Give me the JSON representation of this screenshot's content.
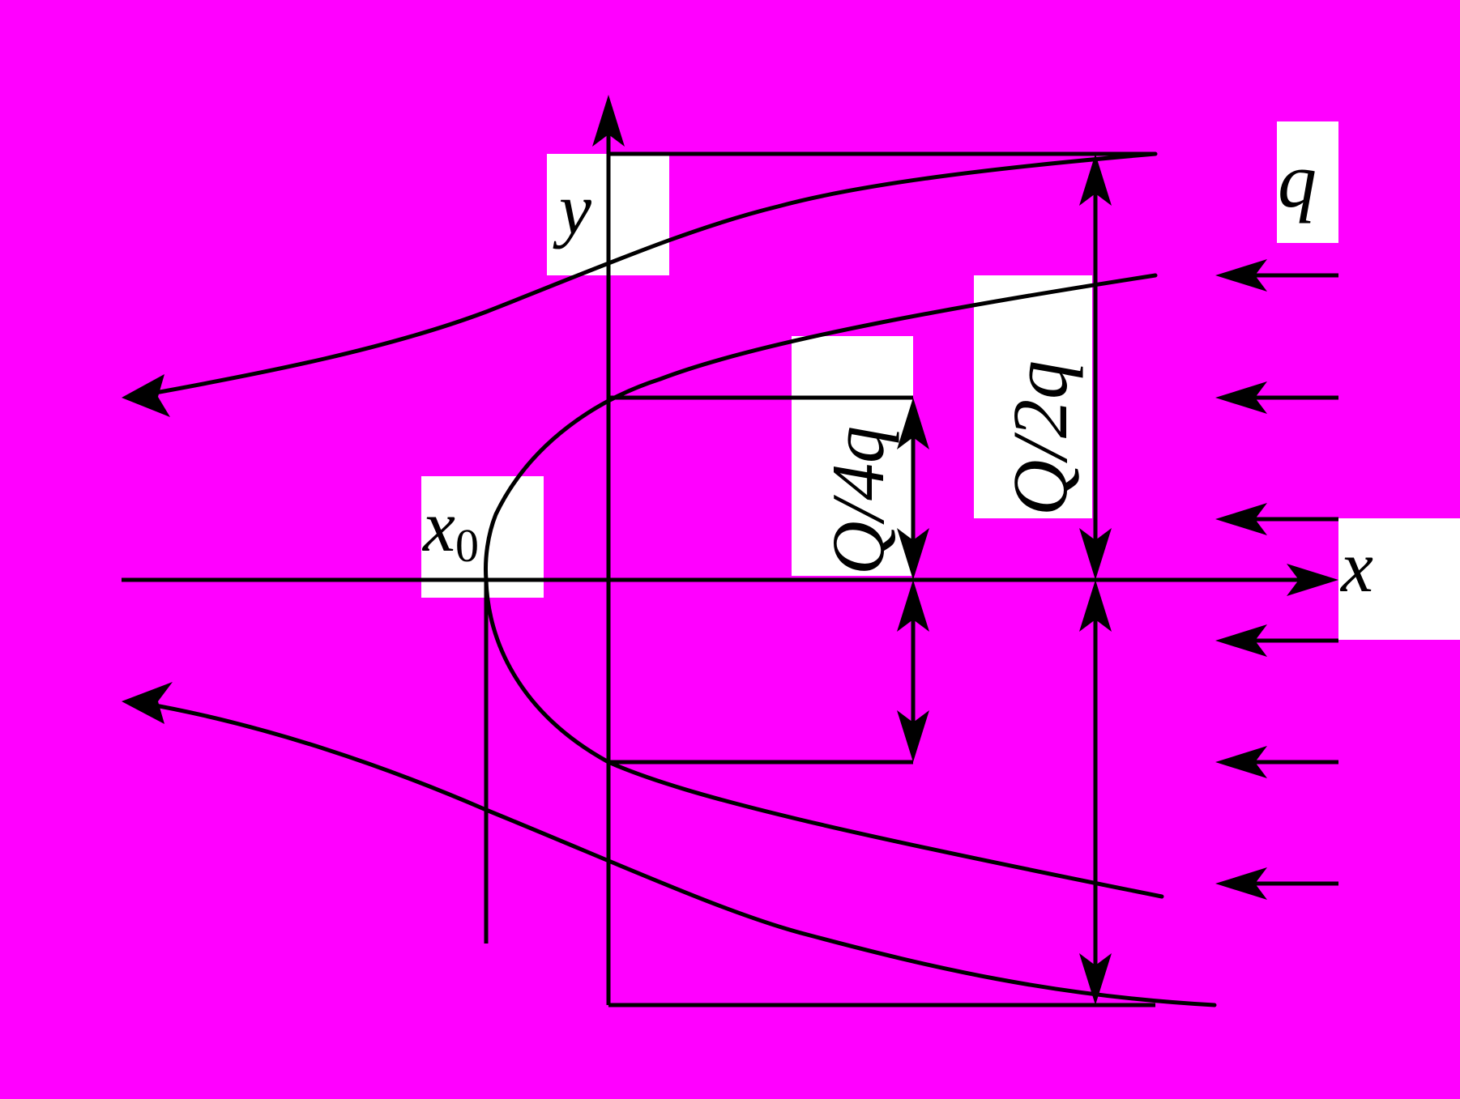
{
  "labels": {
    "y_axis": "y",
    "x_axis": "x",
    "stagnation_x": "x",
    "stagnation_sub": "0",
    "flow_rate": "q",
    "quarter_width": "Q/4q",
    "half_width": "Q/2q"
  },
  "colors": {
    "background": "#ff00ff",
    "label_background": "#ffffff",
    "ink": "#000000"
  }
}
